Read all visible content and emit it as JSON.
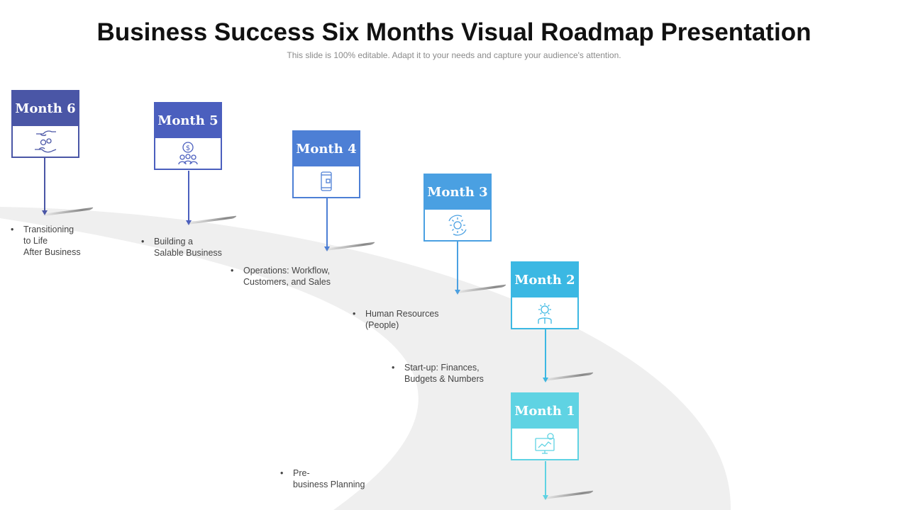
{
  "title": "Business Success Six Months Visual Roadmap Presentation",
  "subtitle": "This slide is 100% editable. Adapt it to your needs and capture your audience's attention.",
  "milestones": [
    {
      "label": "Month 6",
      "icon": "hands-gears-icon",
      "color": "#4a56a6",
      "bullet": "•",
      "lines": [
        "Transitioning",
        "to Life",
        "After Business"
      ]
    },
    {
      "label": "Month 5",
      "icon": "dollar-people-icon",
      "color": "#4b5fbe",
      "bullet": "•",
      "lines": [
        "Building a",
        "Salable Business"
      ]
    },
    {
      "label": "Month 4",
      "icon": "mobile-phone-icon",
      "color": "#4d7fd5",
      "bullet": "•",
      "lines": [
        "Operations: Workflow,",
        "Customers, and Sales"
      ]
    },
    {
      "label": "Month 3",
      "icon": "gear-cycle-icon",
      "color": "#4aa0e2",
      "bullet": "•",
      "lines": [
        "Human Resources",
        "(People)"
      ]
    },
    {
      "label": "Month 2",
      "icon": "gear-person-icon",
      "color": "#3bb8e3",
      "bullet": "•",
      "lines": [
        "Start-up: Finances,",
        "Budgets & Numbers"
      ]
    },
    {
      "label": "Month 1",
      "icon": "monitor-chart-icon",
      "color": "#5fd3e3",
      "bullet": "•",
      "lines": [
        "Pre-",
        "business Planning"
      ]
    }
  ]
}
